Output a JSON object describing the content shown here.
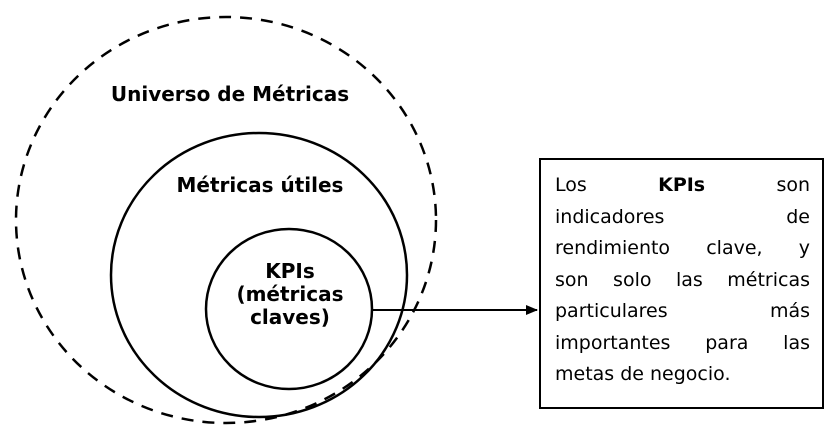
{
  "circles": {
    "universe_label": "Universo de Métricas",
    "useful_label": "Métricas útiles",
    "kpi_label_line1": "KPIs",
    "kpi_label_line2": "(métricas",
    "kpi_label_line3": "claves)"
  },
  "info_box": {
    "line1_prefix": "Los",
    "line1_bold": "KPIs",
    "line1_suffix": "son",
    "line2": "indicadores de",
    "line3": "rendimiento clave, y",
    "line4": "son solo las métricas",
    "line5": "particulares más",
    "line6": "importantes para las",
    "line7": "metas de negocio."
  },
  "colors": {
    "stroke": "#000000",
    "background": "#ffffff"
  }
}
